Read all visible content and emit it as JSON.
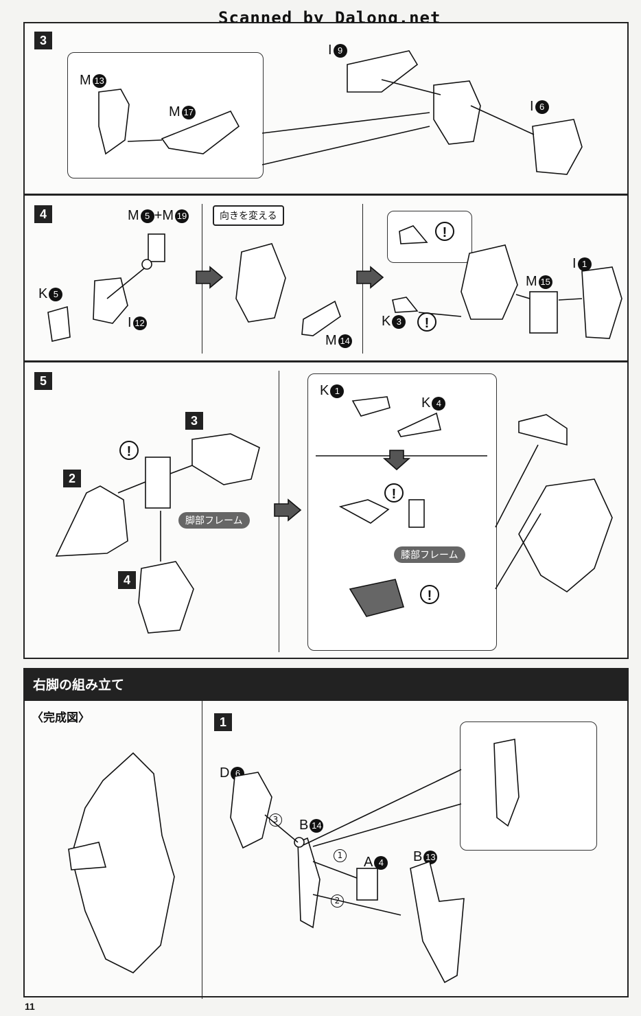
{
  "scan_credit": "Scanned by Dalong.net",
  "step3": {
    "num": "3",
    "labels": {
      "m13": "M",
      "m13n": "13",
      "m17": "M",
      "m17n": "17",
      "i9": "I",
      "i9n": "9",
      "i6": "I",
      "i6n": "6"
    }
  },
  "step4": {
    "num": "4",
    "labels": {
      "m5": "M",
      "m5n": "5",
      "plus": "+",
      "m19": "M",
      "m19n": "19",
      "k5": "K",
      "k5n": "5",
      "i12": "I",
      "i12n": "12",
      "m14": "M",
      "m14n": "14",
      "k3": "K",
      "k3n": "3",
      "m15": "M",
      "m15n": "15",
      "i1": "I",
      "i1n": "1"
    },
    "callout": "向きを変える"
  },
  "step5": {
    "num": "5",
    "sub_num_2": "2",
    "sub_num_3": "3",
    "sub_num_4": "4",
    "tag_leg_frame": "脚部フレーム",
    "tag_knee_frame": "膝部フレーム",
    "labels": {
      "k1": "K",
      "k1n": "1",
      "k4": "K",
      "k4n": "4"
    }
  },
  "section_header": "右脚の組み立て",
  "complete_label": "〈完成図〉",
  "step1": {
    "num": "1",
    "labels": {
      "d6": "D",
      "d6n": "6",
      "b14": "B",
      "b14n": "14",
      "a4": "A",
      "a4n": "4",
      "b13": "B",
      "b13n": "13"
    },
    "order": [
      "1",
      "2",
      "3"
    ]
  },
  "warning_symbol": "!",
  "page_number": "11"
}
